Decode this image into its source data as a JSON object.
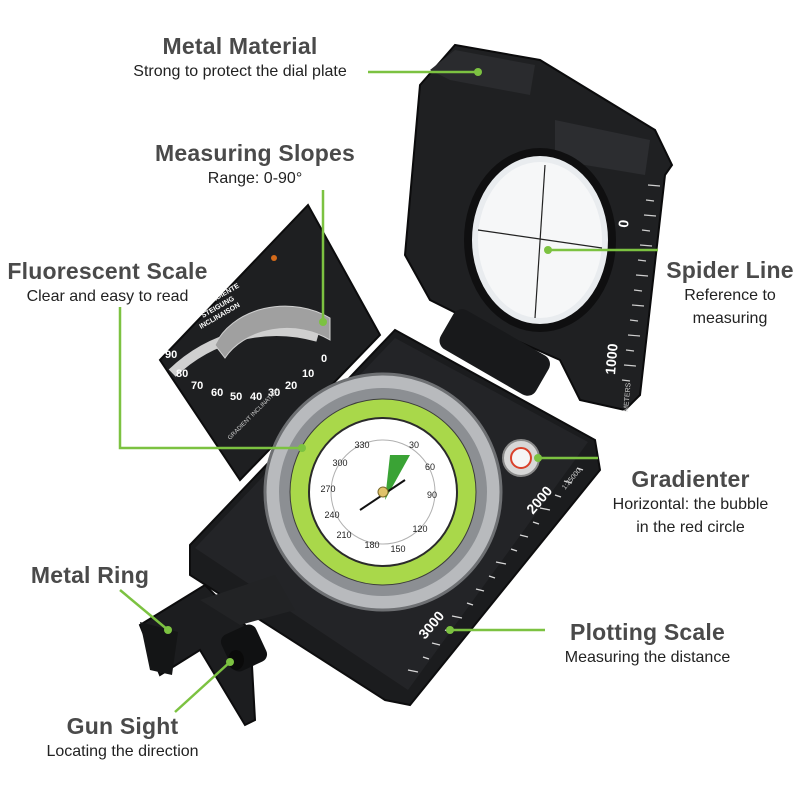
{
  "colors": {
    "accent_green": "#7cc241",
    "compass_body": "#1e1f21",
    "dial_green": "#a9d84a",
    "title_gray": "#4a4a4a"
  },
  "callouts": {
    "metal_material": {
      "title": "Metal Material",
      "subtitle": "Strong to protect the dial plate"
    },
    "measuring_slopes": {
      "title": "Measuring Slopes",
      "subtitle": "Range: 0-90°"
    },
    "fluorescent_scale": {
      "title": "Fluorescent Scale",
      "subtitle": "Clear and easy to read"
    },
    "spider_line": {
      "title": "Spider Line",
      "subtitle_line1": "Reference to",
      "subtitle_line2": "measuring"
    },
    "gradienter": {
      "title": "Gradienter",
      "subtitle_line1": "Horizontal: the bubble",
      "subtitle_line2": "in the red circle"
    },
    "metal_ring": {
      "title": "Metal Ring"
    },
    "plotting_scale": {
      "title": "Plotting Scale",
      "subtitle": "Measuring the distance"
    },
    "gun_sight": {
      "title": "Gun Sight",
      "subtitle": "Locating the direction"
    }
  },
  "device_markings": {
    "lid_scale_zero": "0",
    "lid_scale_1000": "1000",
    "lid_scale_unit": "METERS",
    "base_scale_2000": "2000",
    "base_scale_3000": "3000",
    "base_scale_ratio": "1:25000",
    "clinometer_labels": [
      "PENDIENTE",
      "STEIGUNG",
      "INCLINAISON"
    ],
    "clinometer_bottom_label": "GRADIENT INCLINATION",
    "clinometer_scale": [
      "90",
      "80",
      "70",
      "60",
      "50",
      "40",
      "30",
      "20",
      "10",
      "0"
    ],
    "dial_numbers": [
      "330",
      "300",
      "270",
      "240",
      "210",
      "180",
      "150",
      "120",
      "90",
      "60",
      "30"
    ]
  }
}
